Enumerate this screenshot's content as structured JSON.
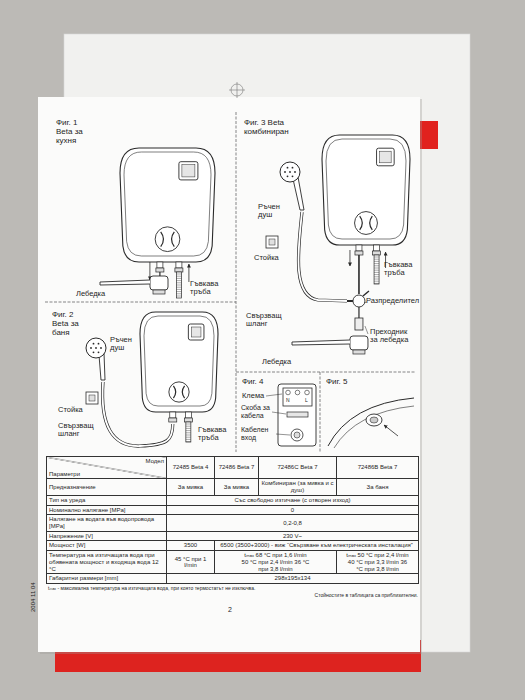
{
  "diagram": {
    "nodes": [
      {
        "text": [
          "Фиг. 1 Beta за кухня"
        ]
      },
      {
        "text": [
          "Фиг. 3 Beta комбиниран"
        ]
      },
      {
        "text": [
          "Фиг. 2 Beta за баня"
        ]
      },
      {
        "text": [
          "Фиг. 4"
        ]
      },
      {
        "text": [
          "Фиг. 5"
        ]
      }
    ],
    "labels": [
      "Лебедка",
      "Гъвкава тръба",
      "Ръчен душ",
      "Стойка",
      "Гъвкава тръба",
      "Разпределител",
      "Свързващ шланг",
      "Преходник за лебедка",
      "Лебедка",
      "Ръчен душ",
      "Стойка",
      "Свързващ шланг",
      "Гъвкава тръба",
      "Клема",
      "Скоба за кабела",
      "Кабелен вход",
      "N",
      "L",
      "Параметри",
      "Модел",
      "72485 Beta 4",
      "72486 Beta 7",
      "72486C Beta 7",
      "72486B Beta 7",
      "Предназначение",
      "За мивка",
      "За мивка",
      "Комбиниран (за мивка и с душ)",
      "За баня",
      "Тип на уреда",
      "Със свободно изтичане (с отворен изход)",
      "Номинално налягане [MPa]",
      "0",
      "Налягане на водата във водопровода [MPa]",
      "0,2-0,8",
      "Напрежение [V]",
      "230 V~",
      "Мощност [W]",
      "3500",
      "6500 (3500+3000) - виж “Свързване към електрическата инсталация”",
      "Температура на изтичащата вода при обявената мощност и входяща вода 12 °C",
      "45 °C при 1 l/min",
      "tₘₐₓ 68 °C при 1,6 l/min 50 °C при 2,4 l/min 36 °C при 3,8 l/min",
      "tₘₐₓ 50 °C при 2,4 l/min 40 °C при 3,3 l/min 36 °C при 3,8 l/min",
      "Габаритни размери [mm]",
      "298х195х134",
      "tₘₐₓ - максимална температура на изтичащата вода, при която термостатът не изключва.",
      "Стойностите в таблицата са приблизителни.",
      "2",
      "2004 11 04"
    ]
  }
}
